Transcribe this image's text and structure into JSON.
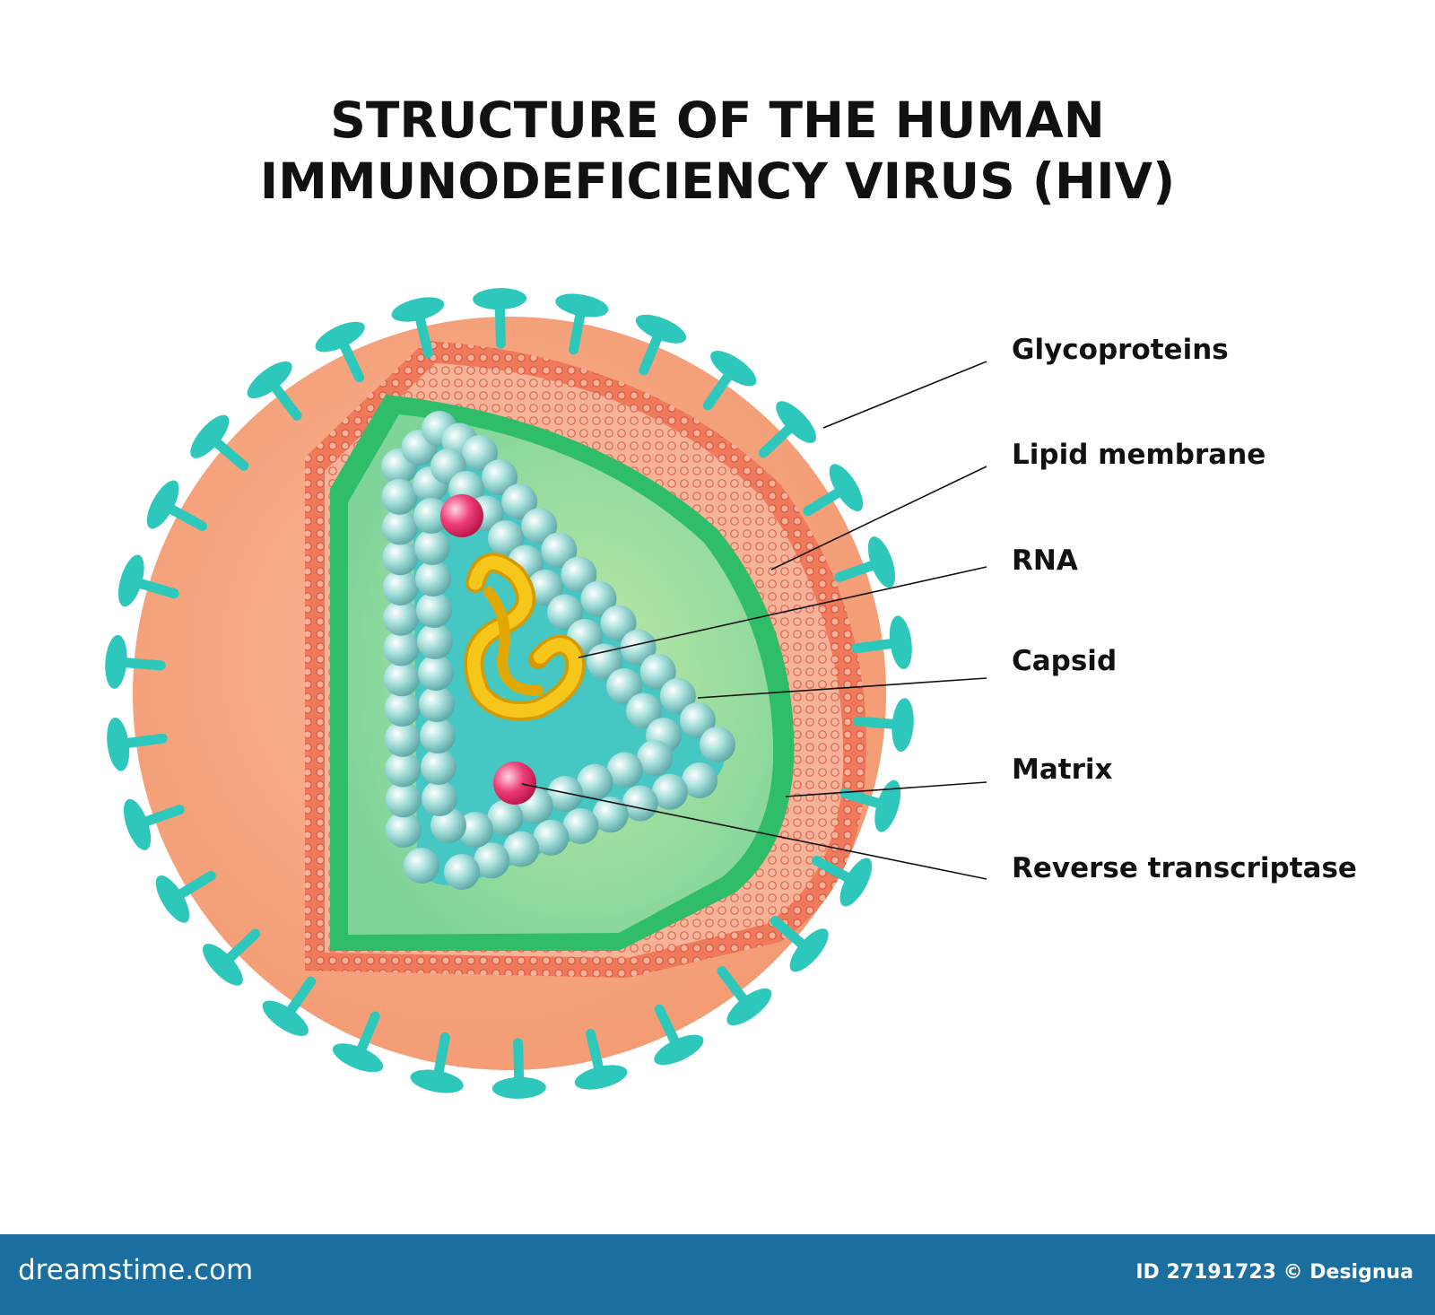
{
  "title": {
    "line1": "STRUCTURE OF THE HUMAN",
    "line2": "IMMUNODEFICIENCY VIRUS (HIV)"
  },
  "labels": {
    "glycoproteins": "Glycoproteins",
    "lipid_membrane": "Lipid membrane",
    "rna": "RNA",
    "capsid": "Capsid",
    "matrix": "Matrix",
    "reverse_transcriptase": "Reverse transcriptase"
  },
  "footer": {
    "site": "dreamstime.com",
    "id_credit": "ID 27191723 © Designua"
  },
  "colors": {
    "envelope": "#f6a57f",
    "membrane": "#f07a5c",
    "matrix": "#2fbd6a",
    "capsid_fill": "#45c7c4",
    "capsid_bead": "#9fdcd8",
    "spike": "#2dc7bb",
    "rna": "#f2b705",
    "enzyme": "#e8336d",
    "footer": "#1a6fa0"
  }
}
